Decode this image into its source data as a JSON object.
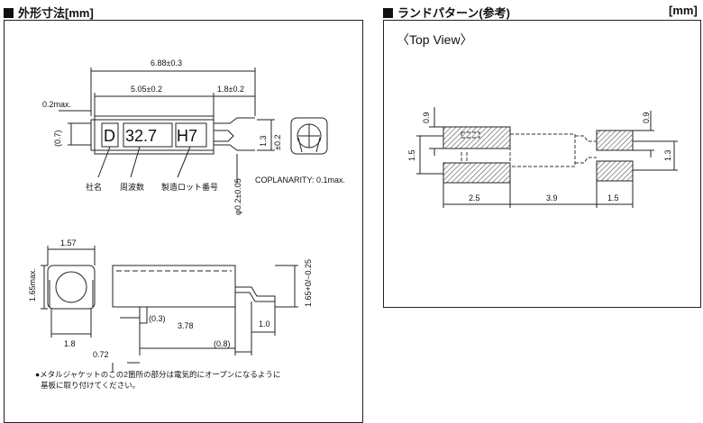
{
  "left": {
    "heading": "外形寸法[mm]",
    "marking": {
      "d": "D",
      "freq": "32.7",
      "lot": "H7"
    },
    "dims": {
      "overall": "6.88±0.3",
      "body": "5.05±0.2",
      "lead": "1.8±0.2",
      "max02": "0.2max.",
      "p07": "(0.7)",
      "h13": "1.3",
      "tol02": "±0.2",
      "phi": "φ0.2±0.05",
      "w157": "1.57",
      "h165max": "1.65max.",
      "w18": "1.8",
      "d072": "0.72",
      "p03": "(0.3)",
      "d378": "3.78",
      "p08": "(0.8)",
      "d10": "1.0",
      "h165": "1.65+0/−0.25"
    },
    "callouts": {
      "company": "社名",
      "frequency": "周波数",
      "lot": "製造ロット番号"
    },
    "coplanarity": "COPLANARITY: 0.1max.",
    "note_line1": "●メタルジャケットのこの2箇所の部分は電気的にオープンになるように",
    "note_line2": "基板に取り付けてください。"
  },
  "right": {
    "heading": "ランドパターン(参考)",
    "unit": "[mm]",
    "view": "〈Top View〉",
    "dims": {
      "a": "0.9",
      "b": "1.5",
      "c": "2.5",
      "d": "3.9",
      "e": "1.5",
      "f": "0.9",
      "g": "1.3"
    }
  },
  "colors": {
    "line": "#222222",
    "pad_hatch": "#444444"
  }
}
